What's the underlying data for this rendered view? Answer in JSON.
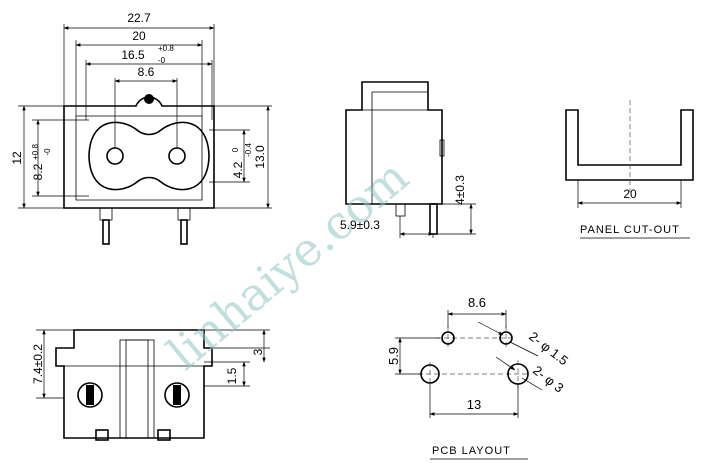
{
  "watermark": "linhaiye.com",
  "front_view": {
    "dims": {
      "overall_width": "22.7",
      "body_width": "20",
      "opening_width": "16.5",
      "opening_tol_upper": "+0.8",
      "opening_tol_lower": "-0",
      "pin_spacing": "8.6",
      "height_12": "12",
      "opening_height": "8.2",
      "opening_height_tol_upper": "+0.8",
      "opening_height_tol_lower": "-0",
      "offset": "4.2",
      "offset_tol_upper": "0",
      "offset_tol_lower": "-0.4",
      "total_height": "13.0"
    }
  },
  "side_view": {
    "dims": {
      "pin_height": "4±0.3",
      "pin_offset": "5.9±0.3"
    }
  },
  "panel_cutout": {
    "dims": {
      "width": "20"
    },
    "caption": "PANEL CUT-OUT"
  },
  "bottom_view": {
    "dims": {
      "height": "7.4±0.2",
      "upper": "3",
      "lower": "1.5"
    }
  },
  "pcb_layout": {
    "dims": {
      "small_spacing": "8.6",
      "row_spacing": "5.9",
      "large_spacing": "13",
      "small_hole": "2- φ 1.5",
      "large_hole": "2- φ 3"
    },
    "caption": "PCB LAYOUT"
  }
}
